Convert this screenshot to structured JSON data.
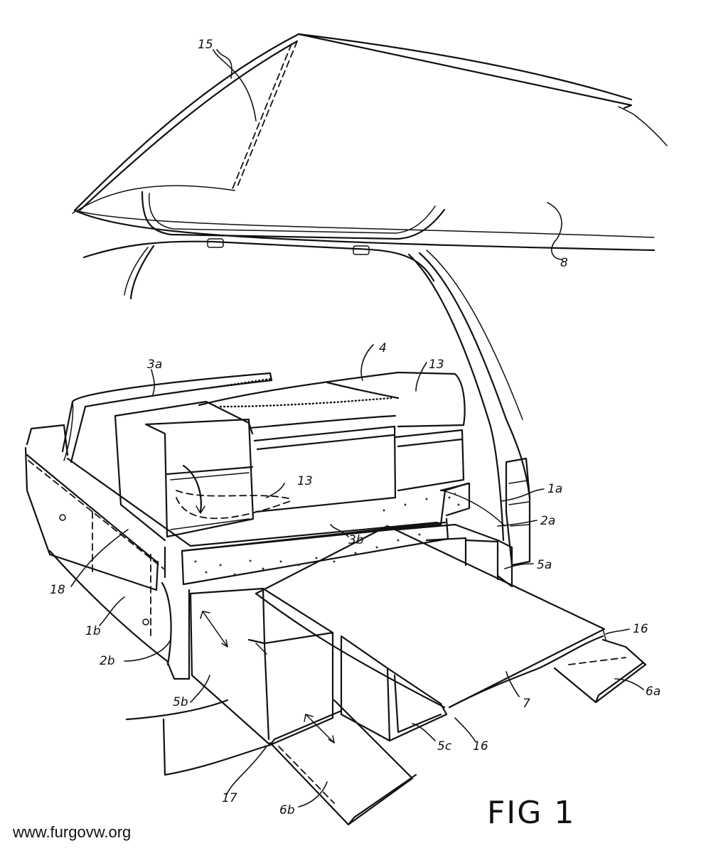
{
  "figure": {
    "title": "FIG 1",
    "watermark": "www.furgovw.org"
  },
  "reference_labels": {
    "l15": "15",
    "l8": "8",
    "l4": "4",
    "l13a": "13",
    "l13b": "13",
    "l3a": "3a",
    "l1a": "1a",
    "l2a": "2a",
    "l5a": "5a",
    "l3b": "3b",
    "l18": "18",
    "l1b": "1b",
    "l2b": "2b",
    "l16a": "16",
    "l16b": "16",
    "l6a": "6a",
    "l7": "7",
    "l5b": "5b",
    "l5c": "5c",
    "l17": "17",
    "l6b": "6b"
  }
}
